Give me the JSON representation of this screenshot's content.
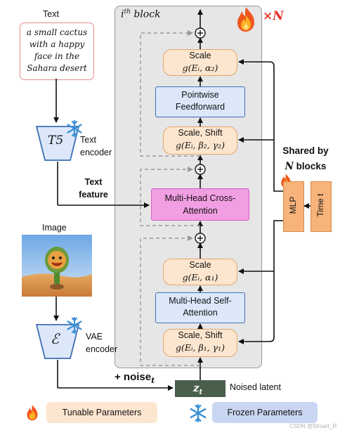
{
  "block": {
    "title": "i",
    "title_sup": "th",
    "title_suffix": " block",
    "times_n": "×N"
  },
  "inputs": {
    "text_label": "Text",
    "prompt": "a small cactus with a happy face in the Sahara desert",
    "t5_symbol": "T5",
    "text_encoder": "Text encoder",
    "text_feature": "Text feature",
    "image_label": "Image",
    "vae_symbol": "ℰ",
    "vae_encoder": "VAE encoder"
  },
  "modules": {
    "scale_top": {
      "label": "Scale",
      "formula": "g(Eᵢ, α₂)"
    },
    "pointwise": {
      "label": "Pointwise Feedforward"
    },
    "scale_shift_top": {
      "label": "Scale, Shift",
      "formula": "g(Eᵢ, β₂, γ₂)"
    },
    "cross_attention": {
      "label": "Multi-Head Cross-Attention"
    },
    "scale_mid": {
      "label": "Scale",
      "formula": "g(Eᵢ, α₁)"
    },
    "self_attention": {
      "label": "Multi-Head Self-Attention"
    },
    "scale_shift_bottom": {
      "label": "Scale, Shift",
      "formula": "g(Eᵢ, β₁, γ₁)"
    }
  },
  "shared": {
    "line1": "Shared by",
    "line2_var": "N",
    "line2_rest": " blocks",
    "mlp": "MLP",
    "time": "Time t"
  },
  "latent": {
    "noise": "+ noise",
    "noise_sub": "t",
    "z": "z",
    "z_sub": "t",
    "label": "Noised latent"
  },
  "legend": {
    "tunable": "Tunable Parameters",
    "frozen": "Frozen Parameters"
  },
  "watermark": "CSDN @Struart_R",
  "colors": {
    "tunable_fill": "#fde6cf",
    "frozen_fill": "#dce8fa",
    "cross_attention": "#f29ee2",
    "mlp": "#f7b37a",
    "latent": "#4a5e4c",
    "accent_red": "#e8322b"
  }
}
